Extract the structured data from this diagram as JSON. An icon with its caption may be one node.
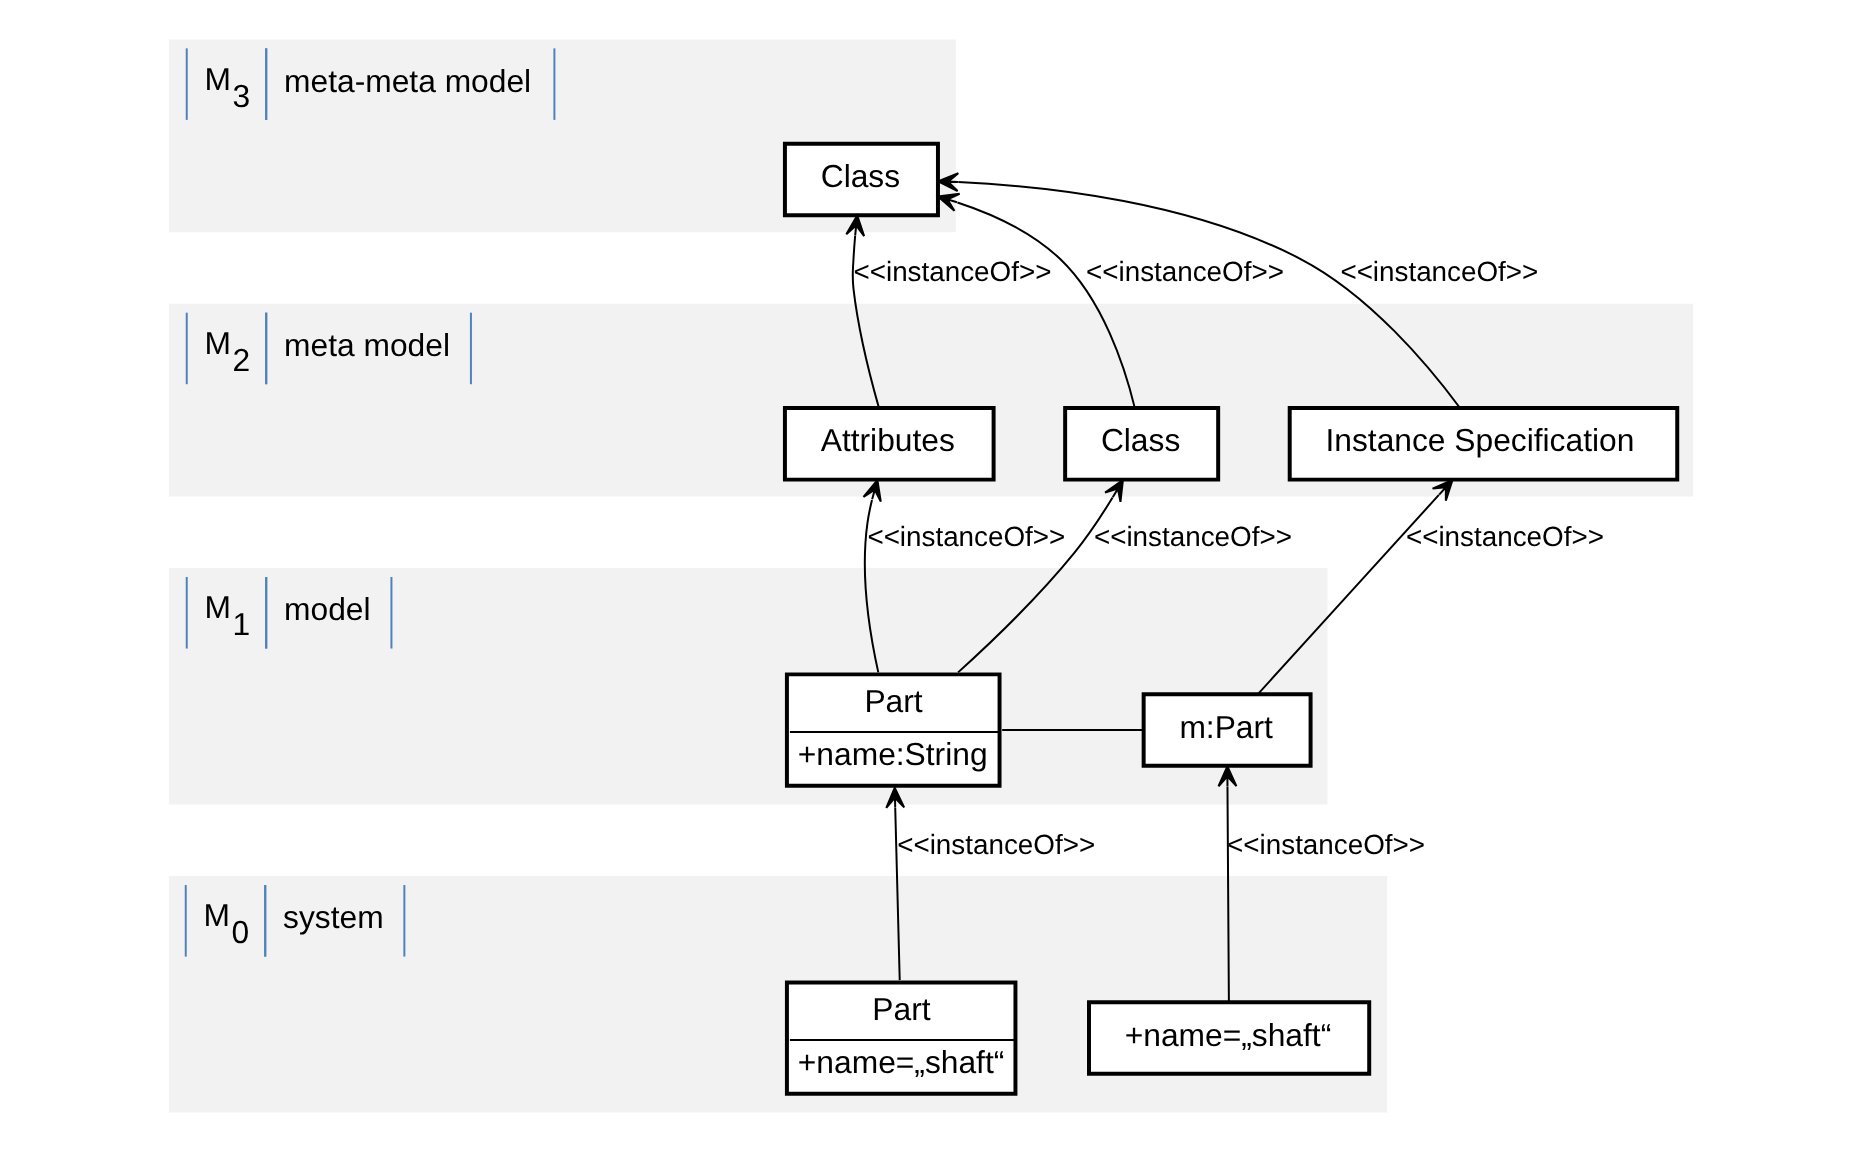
{
  "diagram": {
    "nodes": [
      {
        "text": [
          "M$_{3}$",
          "meta-meta model"
        ]
      },
      {
        "text": [
          "Class"
        ],
        "in": 0
      },
      {
        "text": [
          "M$_{2}$",
          "meta model"
        ]
      },
      {
        "text": [
          "Attributes"
        ],
        "in": 2
      },
      {
        "text": [
          "Class"
        ],
        "in": 2
      },
      {
        "text": [
          "Instance Specification"
        ],
        "in": 2
      },
      {
        "text": [
          "M$_{1}$",
          "model"
        ]
      },
      {
        "text": [
          "Part",
          "+name:String"
        ],
        "in": 6
      },
      {
        "text": [
          "m:Part"
        ],
        "in": 6
      },
      {
        "text": [
          "M$_{0}$",
          "system"
        ]
      },
      {
        "text": [
          "Part",
          "+name=„shaft“"
        ],
        "in": 9
      },
      {
        "text": [
          "+name=„shaft“"
        ],
        "in": 9
      }
    ],
    "edges": [
      {
        "from": 3,
        "to": 1,
        "arrow": "to",
        "label": "<<instanceOf>>"
      },
      {
        "from": 4,
        "to": 1,
        "arrow": "to",
        "label": "<<instanceOf>>"
      },
      {
        "from": 5,
        "to": 1,
        "arrow": "to",
        "label": "<<instanceOf>>"
      },
      {
        "from": 7,
        "to": 3,
        "arrow": "to",
        "label": "<<instanceOf>>"
      },
      {
        "from": 7,
        "to": 4,
        "arrow": "to",
        "label": "<<instanceOf>>"
      },
      {
        "from": 8,
        "to": 5,
        "arrow": "to",
        "label": "<<instanceOf>>"
      },
      {
        "from": 7,
        "to": 8,
        "arrow": "none"
      },
      {
        "from": 10,
        "to": 7,
        "arrow": "to",
        "label": "<<instanceOf>>"
      },
      {
        "from": 11,
        "to": 8,
        "arrow": "to",
        "label": "<<instanceOf>>"
      }
    ]
  }
}
